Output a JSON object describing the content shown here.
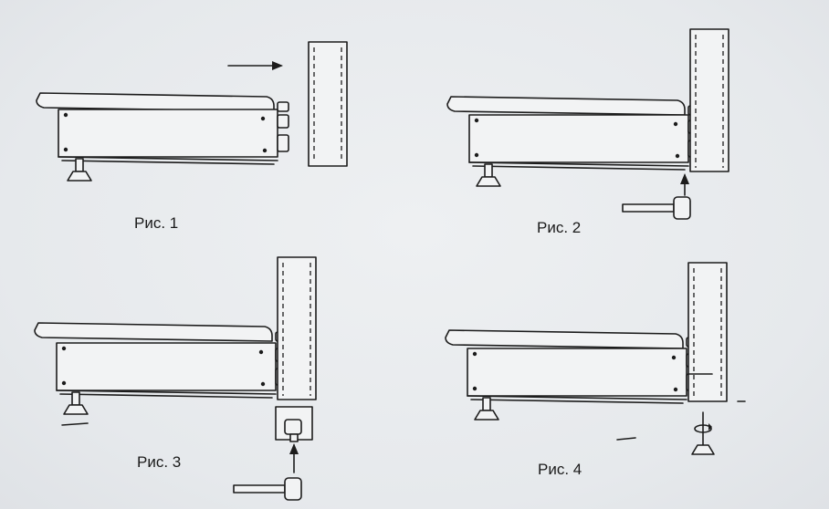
{
  "figures": [
    {
      "id": "fig1",
      "caption": "Рис. 1"
    },
    {
      "id": "fig2",
      "caption": "Рис. 2"
    },
    {
      "id": "fig3",
      "caption": "Рис. 3"
    },
    {
      "id": "fig4",
      "caption": "Рис. 4"
    }
  ],
  "colors": {
    "line": "#1c1c1c",
    "paper": "#e9ecef",
    "fill": "#f2f3f4"
  }
}
